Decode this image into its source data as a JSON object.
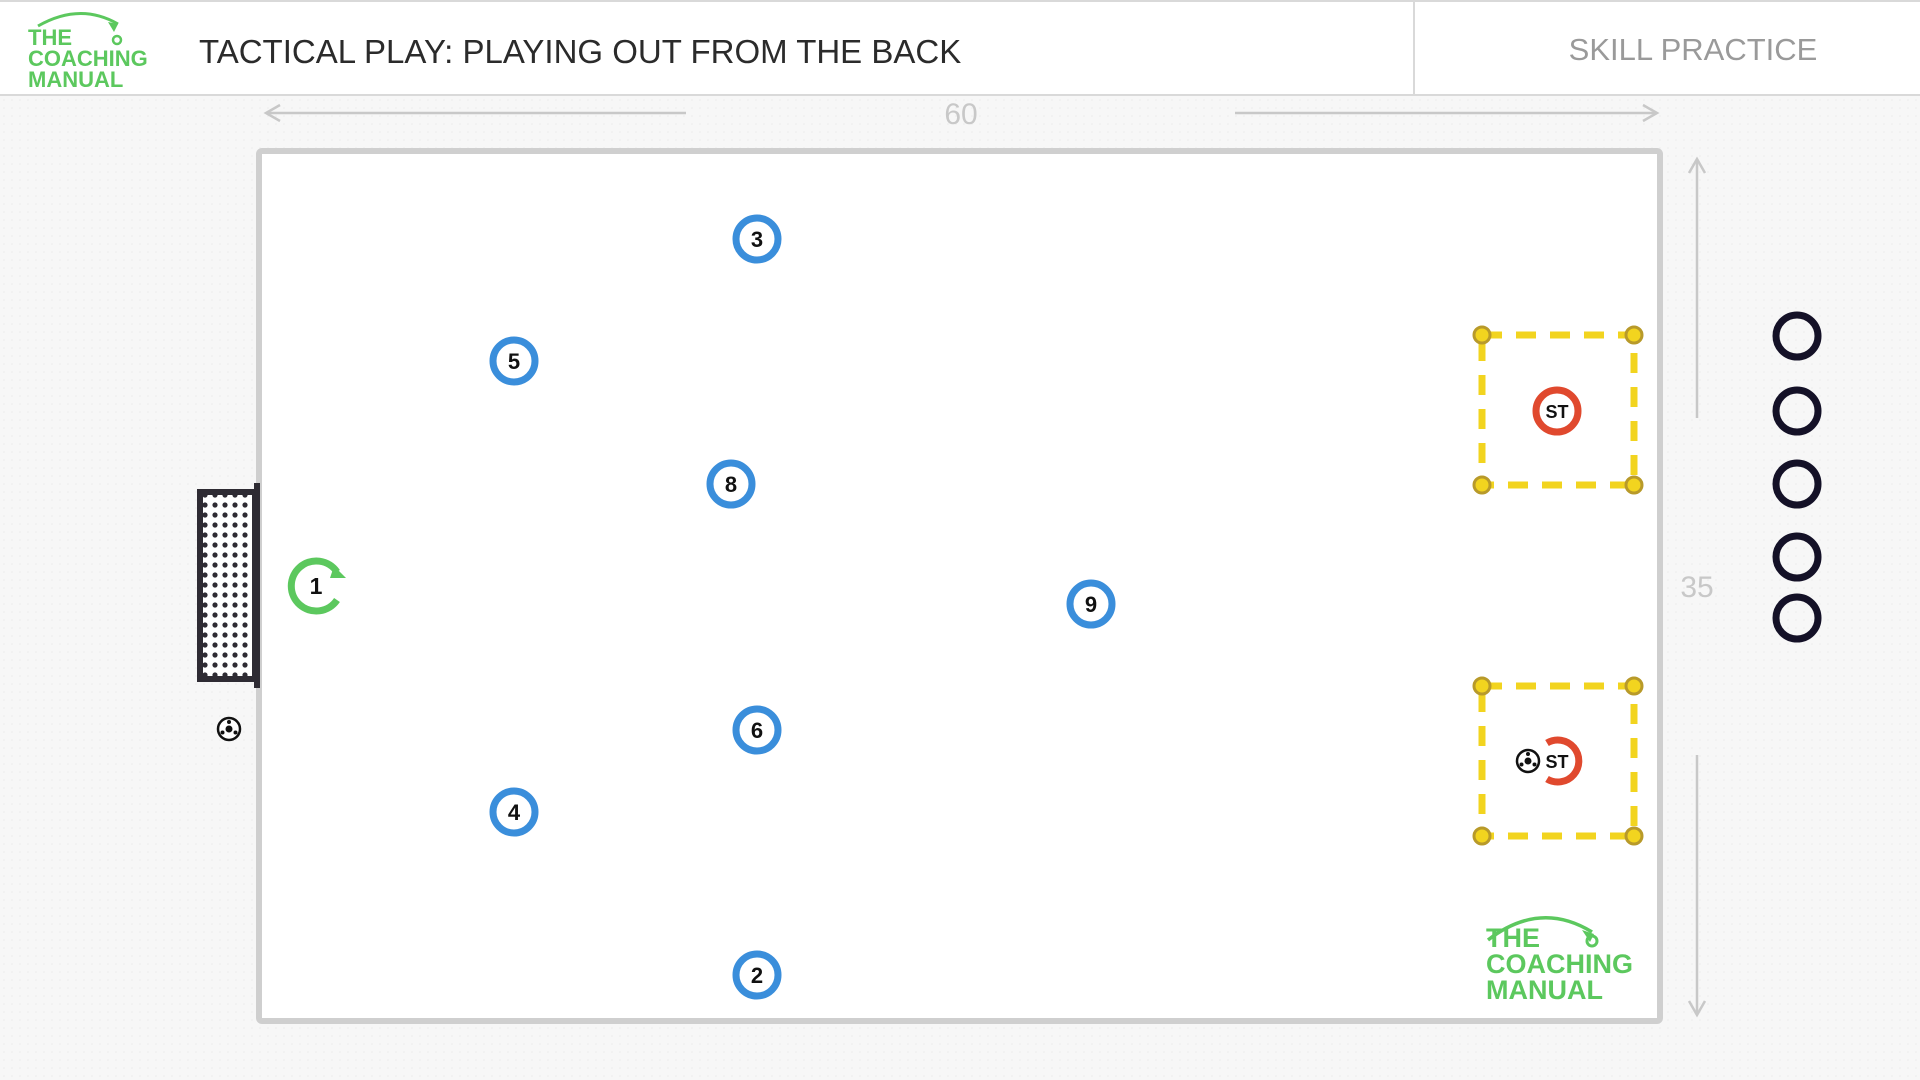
{
  "header": {
    "logo": {
      "line1": "THE",
      "line2": "COACHING",
      "line3": "MANUAL"
    },
    "title": "TACTICAL PLAY: PLAYING OUT FROM THE BACK",
    "category": "SKILL PRACTICE"
  },
  "pitch": {
    "length_label": "60",
    "width_label": "35"
  },
  "goalkeeper": {
    "label": "1",
    "color": "#5cc85e"
  },
  "players": [
    {
      "label": "3"
    },
    {
      "label": "5"
    },
    {
      "label": "8"
    },
    {
      "label": "9"
    },
    {
      "label": "6"
    },
    {
      "label": "4"
    },
    {
      "label": "2"
    }
  ],
  "strikers": [
    {
      "label": "ST",
      "has_ball": false
    },
    {
      "label": "ST",
      "has_ball": true
    }
  ],
  "colors": {
    "team": "#3a8edb",
    "opponent": "#e0492e",
    "goalkeeper": "#5cc85e",
    "zone": "#f2d41f",
    "cone": "#b89a2a",
    "pitch_border": "#cfcfcf",
    "brand": "#5cc85e"
  },
  "watermark": {
    "line1": "THE",
    "line2": "COACHING",
    "line3": "MANUAL"
  },
  "queue_rings": 5
}
